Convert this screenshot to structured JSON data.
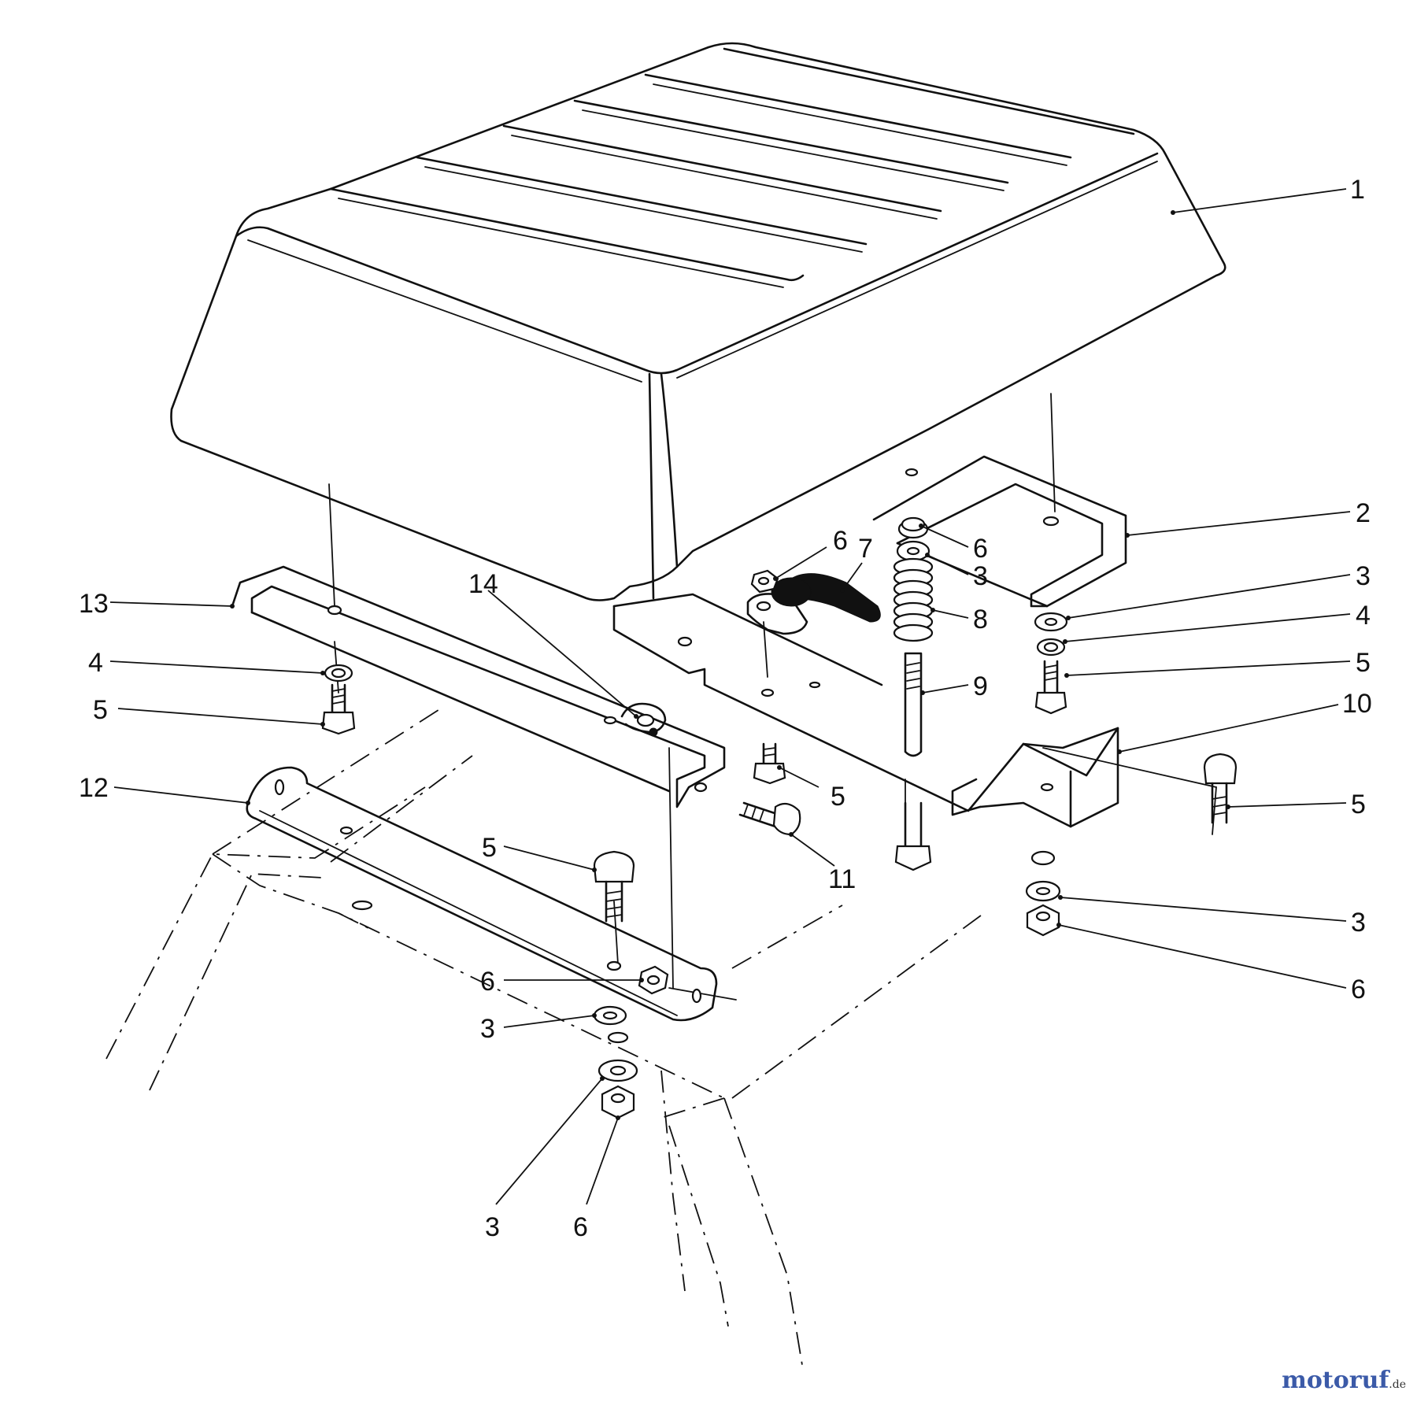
{
  "callouts": [
    {
      "id": "c1",
      "label": "1"
    },
    {
      "id": "c2",
      "label": "2"
    },
    {
      "id": "c3a",
      "label": "3"
    },
    {
      "id": "c3b",
      "label": "3"
    },
    {
      "id": "c3c",
      "label": "3"
    },
    {
      "id": "c3d",
      "label": "3"
    },
    {
      "id": "c3e",
      "label": "3"
    },
    {
      "id": "c4a",
      "label": "4"
    },
    {
      "id": "c4b",
      "label": "4"
    },
    {
      "id": "c5a",
      "label": "5"
    },
    {
      "id": "c5b",
      "label": "5"
    },
    {
      "id": "c5c",
      "label": "5"
    },
    {
      "id": "c5d",
      "label": "5"
    },
    {
      "id": "c5e",
      "label": "5"
    },
    {
      "id": "c6a",
      "label": "6"
    },
    {
      "id": "c6b",
      "label": "6"
    },
    {
      "id": "c6c",
      "label": "6"
    },
    {
      "id": "c6d",
      "label": "6"
    },
    {
      "id": "c6e",
      "label": "6"
    },
    {
      "id": "c7",
      "label": "7"
    },
    {
      "id": "c8",
      "label": "8"
    },
    {
      "id": "c9",
      "label": "9"
    },
    {
      "id": "c10",
      "label": "10"
    },
    {
      "id": "c11",
      "label": "11"
    },
    {
      "id": "c12",
      "label": "12"
    },
    {
      "id": "c13",
      "label": "13"
    },
    {
      "id": "c14",
      "label": "14"
    }
  ],
  "watermark": {
    "main": "motoruf",
    "tld": ".de"
  },
  "colors": {
    "line": "#111111",
    "background": "#ffffff",
    "watermark_blue": "#3b5aa8",
    "watermark_red": "#e23a2e",
    "watermark_green": "#2f9e44"
  }
}
